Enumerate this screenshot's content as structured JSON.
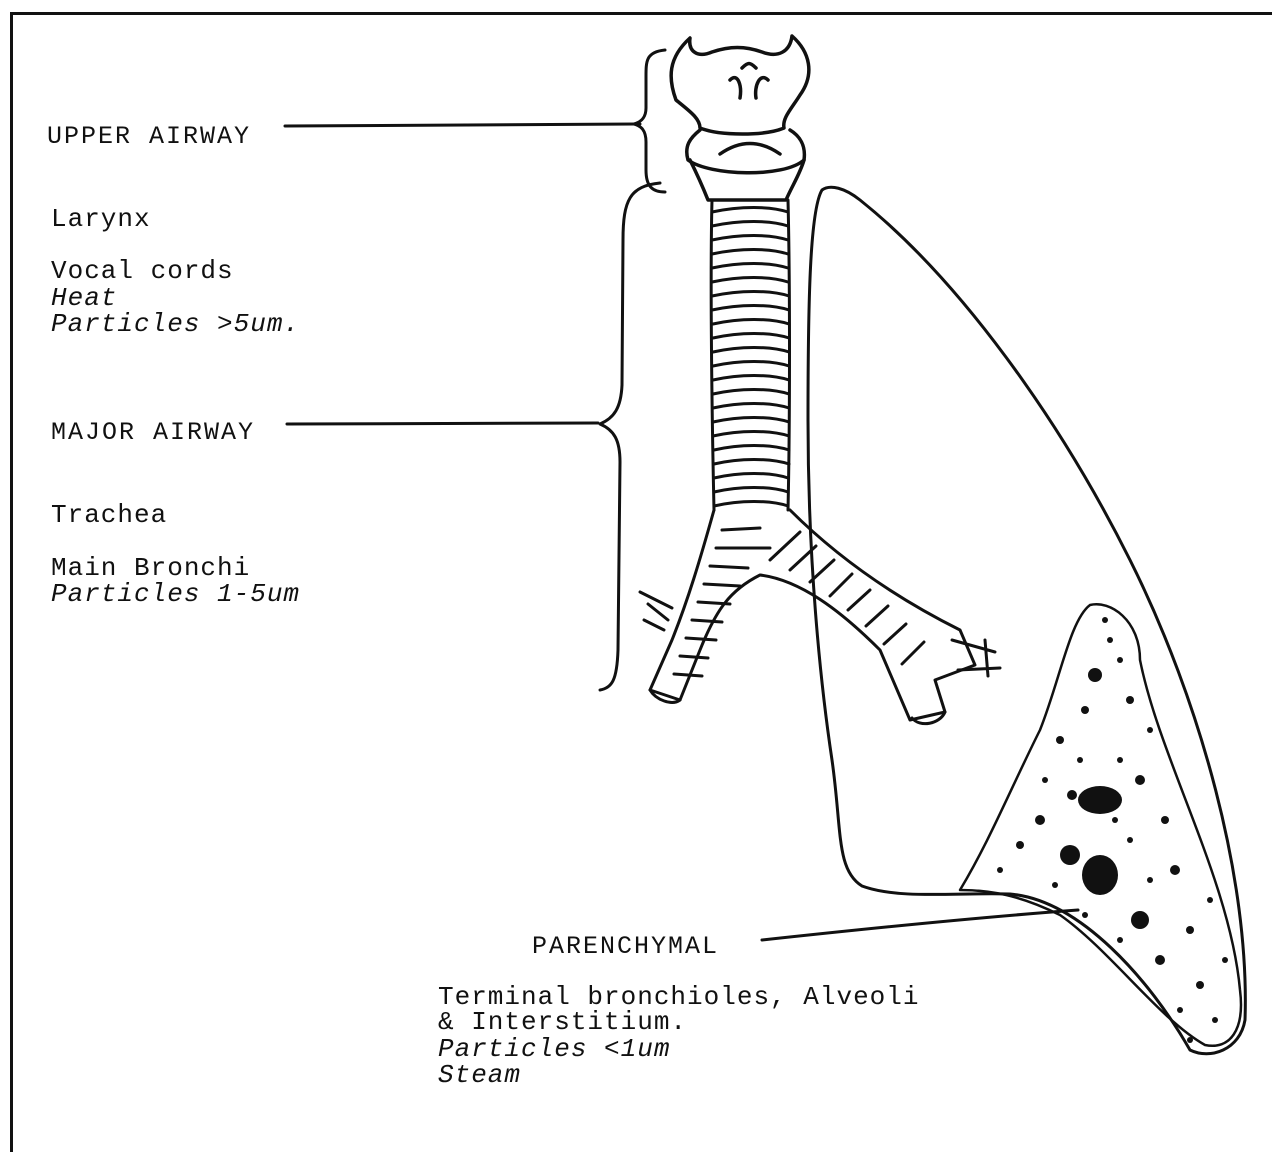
{
  "labels": {
    "upper_airway": "UPPER AIRWAY",
    "larynx": "Larynx",
    "vocal_cords": "Vocal cords",
    "heat": "Heat",
    "particles_upper": "Particles >5um.",
    "major_airway": "MAJOR AIRWAY",
    "trachea": "Trachea",
    "main_bronchi": "Main Bronchi",
    "particles_major": "Particles 1-5um",
    "parenchymal": "PARENCHYMAL",
    "terminal_line1": "Terminal bronchioles, Alveoli",
    "terminal_line2": "& Interstitium.",
    "particles_parenchymal": "Particles <1um",
    "steam": "Steam"
  }
}
